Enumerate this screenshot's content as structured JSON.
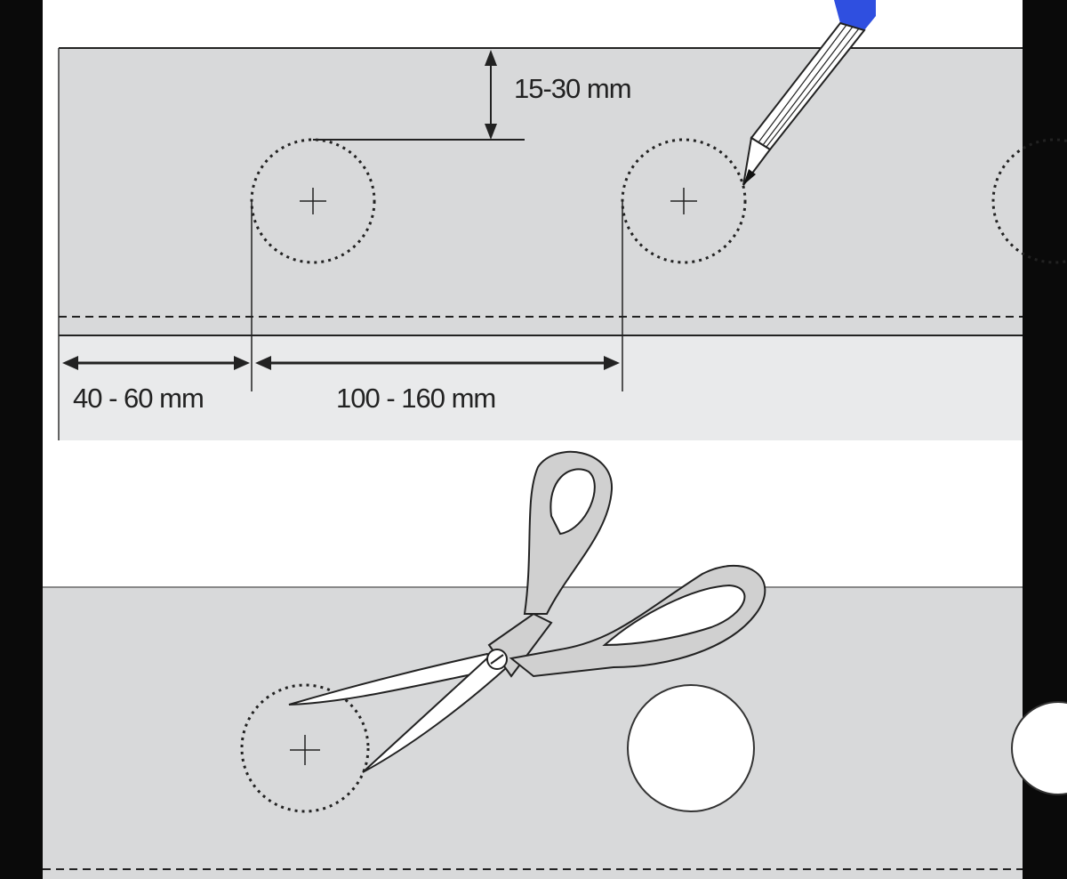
{
  "diagram": {
    "top_panel": {
      "dimension_top_margin": "15-30 mm",
      "dimension_edge_offset": "40 - 60 mm",
      "dimension_spacing": "100 - 160 mm"
    },
    "colors": {
      "panel_gray": "#d8d9da",
      "strip_light": "#e9eaeb",
      "pencil_blue": "#2f4fe0",
      "frame": "#0a0a0a"
    }
  }
}
